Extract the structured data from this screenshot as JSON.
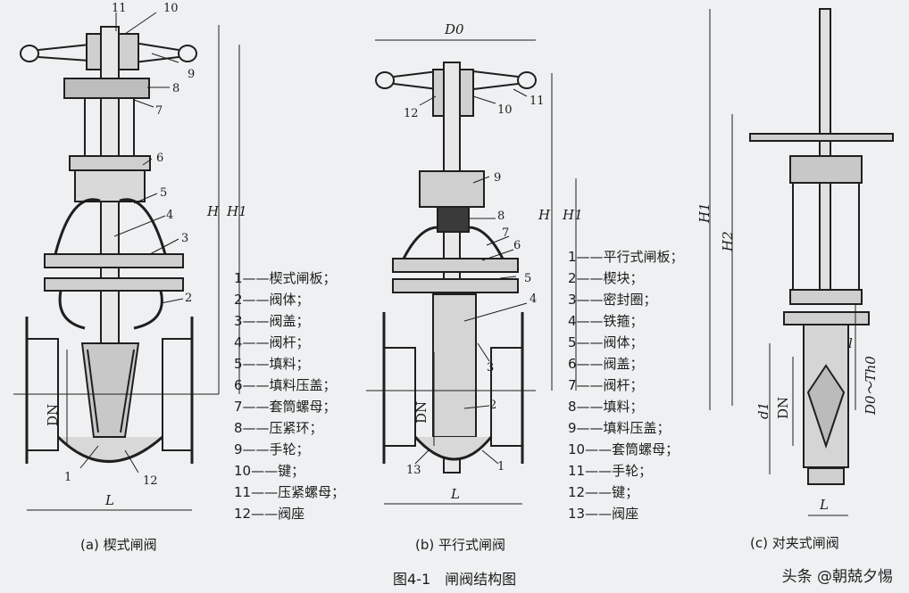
{
  "figure_title": "图4-1　闸阀结构图",
  "watermark": "头条 @朝兢夕惕",
  "panel_a": {
    "caption": "(a) 楔式闸阀",
    "legend": [
      "1——楔式闸板；",
      "2——阀体；",
      "3——阀盖；",
      "4——阀杆；",
      "5——填料；",
      "6——填料压盖；",
      "7——套筒螺母；",
      "8——压紧环；",
      "9——手轮；",
      "10——键；",
      "11——压紧螺母；",
      "12——阀座"
    ],
    "part_numbers": [
      "11",
      "10",
      "9",
      "8",
      "7",
      "6",
      "5",
      "4",
      "3",
      "2",
      "1",
      "12"
    ],
    "dims": {
      "H": "H",
      "H1": "H1",
      "DN": "DN",
      "L": "L"
    }
  },
  "panel_b": {
    "caption": "(b) 平行式闸阀",
    "legend": [
      "1——平行式闸板；",
      "2——楔块；",
      "3——密封圈；",
      "4——铁箍；",
      "5——阀体；",
      "6——阀盖；",
      "7——阀杆；",
      "8——填料；",
      "9——填料压盖；",
      "10——套筒螺母；",
      "11——手轮；",
      "12——键；",
      "13——阀座"
    ],
    "part_numbers": [
      "12",
      "10",
      "11",
      "9",
      "8",
      "7",
      "6",
      "5",
      "4",
      "3",
      "2",
      "13",
      "1"
    ],
    "dims": {
      "D0": "D0",
      "H": "H",
      "H1": "H1",
      "DN": "DN",
      "L": "L"
    }
  },
  "panel_c": {
    "caption": "(c) 对夹式闸阀",
    "dims": {
      "H1": "H1",
      "H2": "H2",
      "d1": "d1",
      "DN": "DN",
      "L": "L",
      "D0Th0": "D0～Th0",
      "l": "l"
    }
  }
}
